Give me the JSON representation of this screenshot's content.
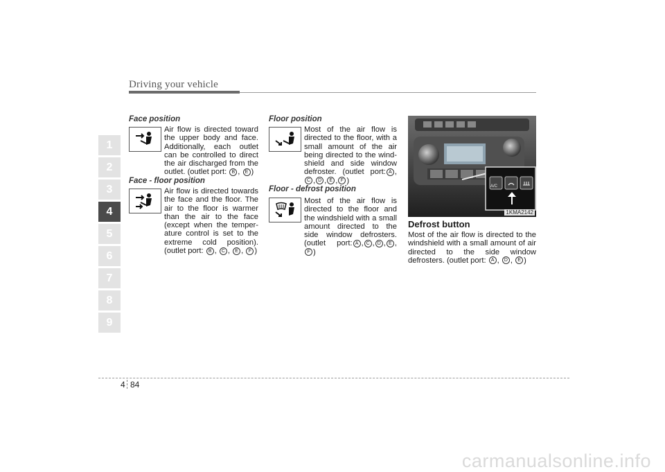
{
  "header": {
    "title": "Driving your vehicle"
  },
  "chapters": {
    "tabs": [
      "1",
      "2",
      "3",
      "4",
      "5",
      "6",
      "7",
      "8",
      "9"
    ],
    "active": "4"
  },
  "sections": {
    "face": {
      "title": "Face position",
      "text": "Air flow is directed toward the upper body and face. Additionally, each outlet can be controlled to direct the air discharged from the outlet. (outlet port: ",
      "ports": [
        "B",
        "E"
      ],
      "close": ")",
      "icon": "face-vent-icon"
    },
    "face_floor": {
      "title": "Face - floor position",
      "text": "Air flow is directed towards the face and the floor. The air to the floor is warmer than the air to the face (except when the temper-ature control is set to the extreme cold position). (outlet port: ",
      "ports": [
        "B",
        "C",
        "E",
        "F"
      ],
      "close": ")",
      "icon": "face-floor-vent-icon"
    },
    "floor": {
      "title": "Floor position",
      "text": "Most of the air flow is directed to the floor, with a small amount of the air being directed to the wind-shield and side window defroster. (outlet port:",
      "ports": [
        "A",
        "C",
        "D",
        "E",
        "F"
      ],
      "close": ")",
      "icon": "floor-vent-icon"
    },
    "floor_defrost": {
      "title": "Floor - defrost position",
      "text": "Most of the air flow is directed to the floor and the windshield with a small amount directed to the side window defrosters. (outlet port:",
      "ports": [
        "A",
        "C",
        "D",
        "E",
        "F"
      ],
      "close": ")",
      "icon": "floor-defrost-vent-icon"
    },
    "defrost": {
      "title": "Defrost button",
      "text": "Most of the air flow is directed to the windshield with a small amount of air directed to the side window defrosters. (outlet port: ",
      "ports": [
        "A",
        "D",
        "E"
      ],
      "close": ")"
    }
  },
  "photo": {
    "code": "1KMA2142",
    "button_label": "A/C"
  },
  "footer": {
    "chapter": "4",
    "page": "84"
  },
  "watermark": "carmanualsonline.info"
}
